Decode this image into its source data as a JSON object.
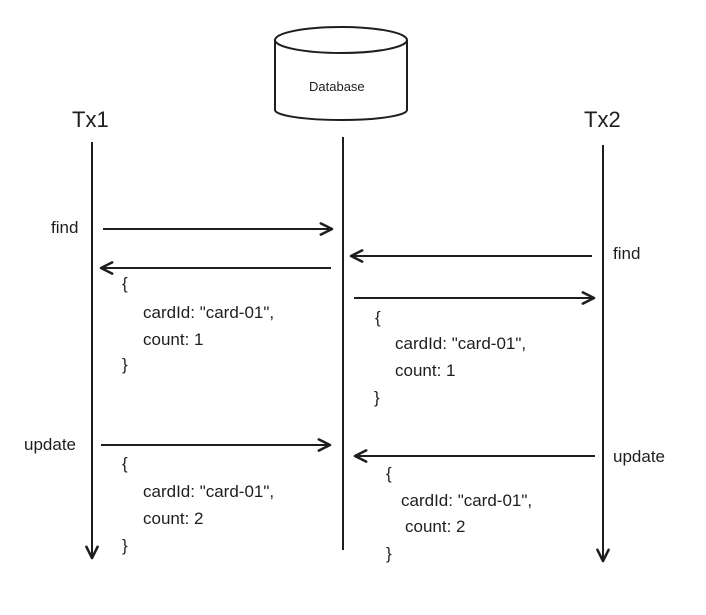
{
  "database": {
    "label": "Database"
  },
  "participants": {
    "tx1": "Tx1",
    "tx2": "Tx2"
  },
  "messages": {
    "tx1_find": "find",
    "tx2_find": "find",
    "tx1_update": "update",
    "tx2_update": "update"
  },
  "docs": {
    "tx1_find_result": {
      "open": "{",
      "card": "cardId: \"card-01\",",
      "count": "count: 1",
      "close": "}"
    },
    "tx2_find_result": {
      "open": "{",
      "card": "cardId: \"card-01\",",
      "count": "count: 1",
      "close": "}"
    },
    "tx1_update_doc": {
      "open": "{",
      "card": "cardId: \"card-01\",",
      "count": "count: 2",
      "close": "}"
    },
    "tx2_update_doc": {
      "open": "{",
      "card": "cardId: \"card-01\",",
      "count": "count: 2",
      "close": "}"
    }
  },
  "colors": {
    "ink": "#1e1e1e",
    "background": "#ffffff"
  }
}
